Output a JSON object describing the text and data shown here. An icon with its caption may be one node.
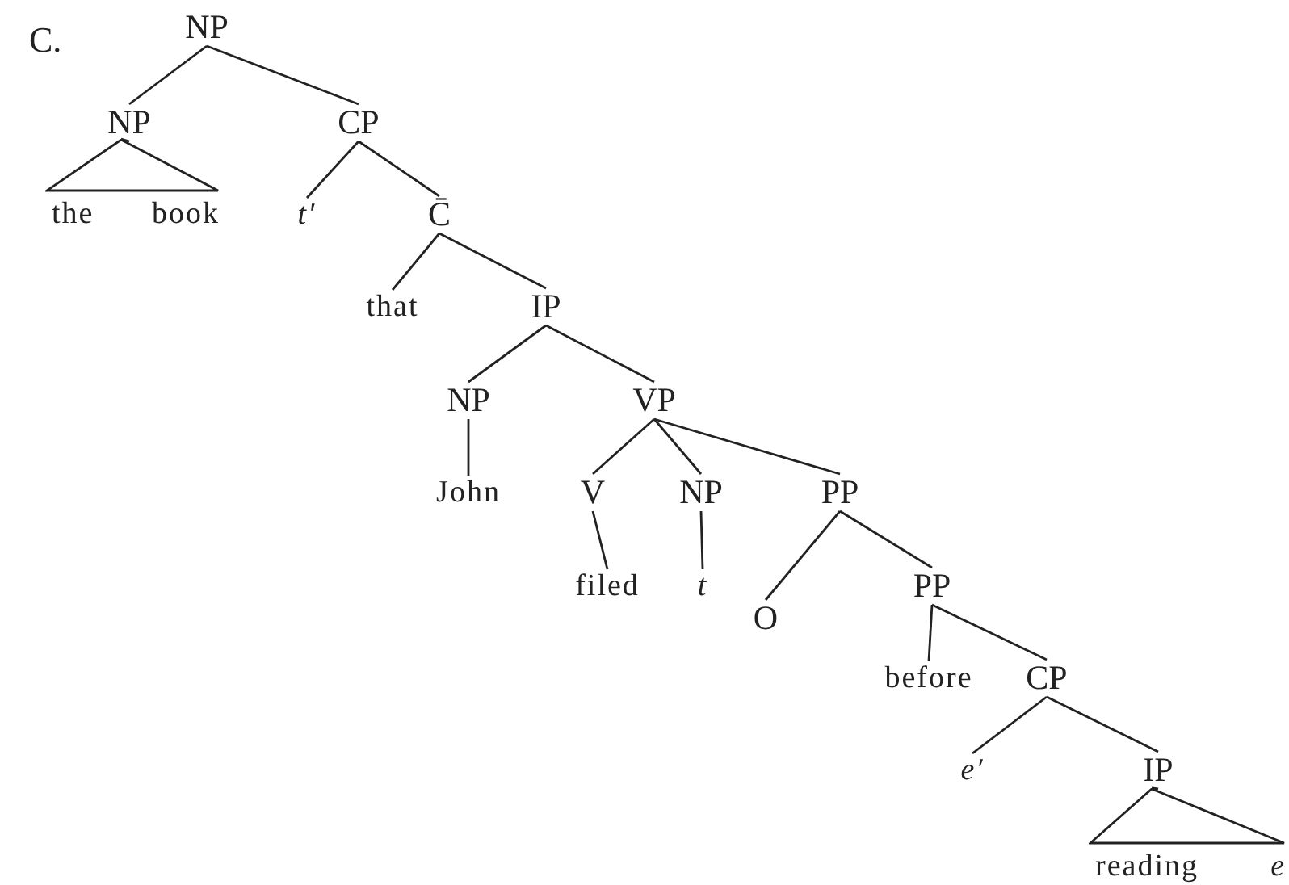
{
  "diagram": {
    "nodes": [
      {
        "text": [
          "NP"
        ]
      },
      {
        "text": [
          "NP"
        ]
      },
      {
        "text": [
          "the",
          "book"
        ]
      },
      {
        "text": [
          "CP"
        ]
      },
      {
        "text": [
          "t′"
        ]
      },
      {
        "text": [
          "C̄"
        ]
      },
      {
        "text": [
          "that"
        ]
      },
      {
        "text": [
          "IP"
        ]
      },
      {
        "text": [
          "NP"
        ]
      },
      {
        "text": [
          "VP"
        ]
      },
      {
        "text": [
          "John"
        ]
      },
      {
        "text": [
          "V"
        ]
      },
      {
        "text": [
          "NP"
        ]
      },
      {
        "text": [
          "PP"
        ]
      },
      {
        "text": [
          "filed"
        ]
      },
      {
        "text": [
          "t"
        ]
      },
      {
        "text": [
          "O"
        ]
      },
      {
        "text": [
          "PP"
        ]
      },
      {
        "text": [
          "before"
        ]
      },
      {
        "text": [
          "CP"
        ]
      },
      {
        "text": [
          "e′"
        ]
      },
      {
        "text": [
          "IP"
        ]
      },
      {
        "text": [
          "reading",
          "e"
        ]
      }
    ],
    "edges": [
      {
        "from": 0,
        "to": 1,
        "arrow": "none"
      },
      {
        "from": 0,
        "to": 3,
        "arrow": "none"
      },
      {
        "from": 1,
        "to": 2,
        "arrow": "none"
      },
      {
        "from": 3,
        "to": 4,
        "arrow": "none"
      },
      {
        "from": 3,
        "to": 5,
        "arrow": "none"
      },
      {
        "from": 5,
        "to": 6,
        "arrow": "none"
      },
      {
        "from": 5,
        "to": 7,
        "arrow": "none"
      },
      {
        "from": 7,
        "to": 8,
        "arrow": "none"
      },
      {
        "from": 7,
        "to": 9,
        "arrow": "none"
      },
      {
        "from": 8,
        "to": 10,
        "arrow": "none"
      },
      {
        "from": 9,
        "to": 11,
        "arrow": "none"
      },
      {
        "from": 9,
        "to": 12,
        "arrow": "none"
      },
      {
        "from": 9,
        "to": 13,
        "arrow": "none"
      },
      {
        "from": 11,
        "to": 14,
        "arrow": "none"
      },
      {
        "from": 12,
        "to": 15,
        "arrow": "none"
      },
      {
        "from": 13,
        "to": 16,
        "arrow": "none"
      },
      {
        "from": 13,
        "to": 17,
        "arrow": "none"
      },
      {
        "from": 17,
        "to": 18,
        "arrow": "none"
      },
      {
        "from": 17,
        "to": 19,
        "arrow": "none"
      },
      {
        "from": 19,
        "to": 20,
        "arrow": "none"
      },
      {
        "from": 19,
        "to": 21,
        "arrow": "none"
      },
      {
        "from": 21,
        "to": 22,
        "arrow": "none"
      }
    ],
    "labels": [
      "C."
    ]
  }
}
